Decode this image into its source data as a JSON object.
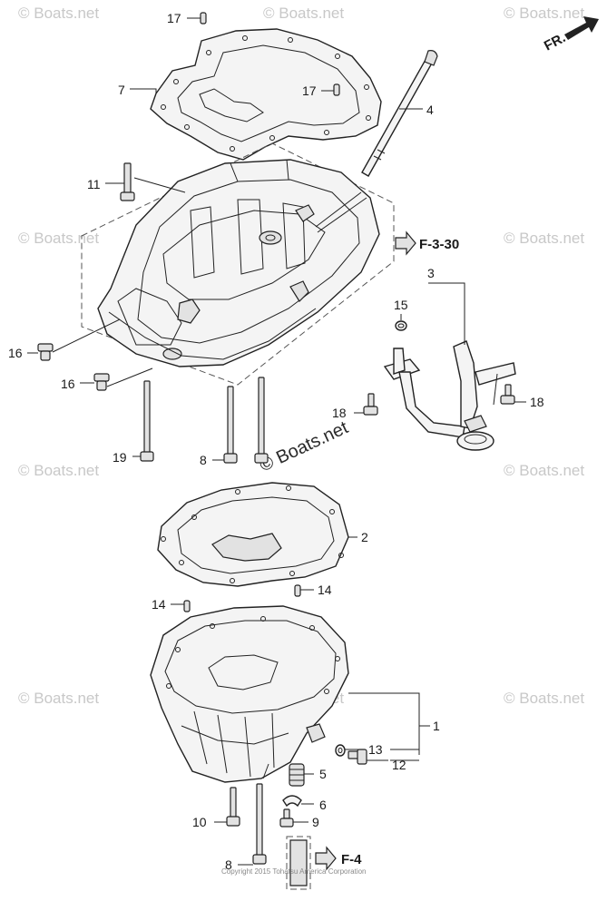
{
  "diagram": {
    "callouts": [
      "17",
      "7",
      "17",
      "4",
      "11",
      "3",
      "15",
      "16",
      "16",
      "18",
      "18",
      "19",
      "8",
      "2",
      "14",
      "14",
      "1",
      "13",
      "12",
      "5",
      "6",
      "10",
      "9",
      "8"
    ],
    "refs": {
      "upper": "F-3-30",
      "lower": "F-4"
    },
    "direction_label": "FR.",
    "watermark": "© Boats.net",
    "copyright": "Copyright 2015 Tohatsu America Corporation"
  }
}
